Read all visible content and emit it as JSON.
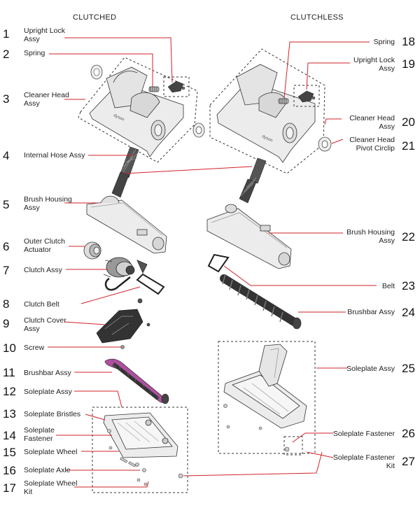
{
  "headers": {
    "left": "CLUTCHED",
    "right": "CLUTCHLESS"
  },
  "left_parts": [
    {
      "num": "1",
      "label": "Upright Lock\nAssy"
    },
    {
      "num": "2",
      "label": "Spring"
    },
    {
      "num": "3",
      "label": "Cleaner Head\nAssy"
    },
    {
      "num": "4",
      "label": "Internal Hose Assy"
    },
    {
      "num": "5",
      "label": "Brush Housing\nAssy"
    },
    {
      "num": "6",
      "label": "Outer Clutch\nActuator"
    },
    {
      "num": "7",
      "label": "Clutch Assy"
    },
    {
      "num": "8",
      "label": "Clutch Belt"
    },
    {
      "num": "9",
      "label": "Clutch Cover\nAssy"
    },
    {
      "num": "10",
      "label": "Screw"
    },
    {
      "num": "11",
      "label": "Brushbar Assy"
    },
    {
      "num": "12",
      "label": "Soleplate Assy"
    },
    {
      "num": "13",
      "label": "Soleplate Bristles"
    },
    {
      "num": "14",
      "label": "Soleplate\nFastener"
    },
    {
      "num": "15",
      "label": "Soleplate Wheel"
    },
    {
      "num": "16",
      "label": "Soleplate Axle"
    },
    {
      "num": "17",
      "label": "Soleplate Wheel\nKit"
    }
  ],
  "right_parts": [
    {
      "num": "18",
      "label": "Spring"
    },
    {
      "num": "19",
      "label": "Upright Lock\nAssy"
    },
    {
      "num": "20",
      "label": "Cleaner Head\nAssy"
    },
    {
      "num": "21",
      "label": "Cleaner Head\nPivot Circlip"
    },
    {
      "num": "22",
      "label": "Brush Housing\nAssy"
    },
    {
      "num": "23",
      "label": "Belt"
    },
    {
      "num": "24",
      "label": "Brushbar Assy"
    },
    {
      "num": "25",
      "label": "Soleplate Assy"
    },
    {
      "num": "26",
      "label": "Soleplate Fastener"
    },
    {
      "num": "27",
      "label": "Soleplate Fastener\nKit"
    }
  ],
  "brand_mark": "dyson",
  "colors": {
    "leader": "#d2232a",
    "ink": "#222222",
    "part_fill": "#ececec",
    "brush": "#333333",
    "accent": "#b04fa0"
  }
}
